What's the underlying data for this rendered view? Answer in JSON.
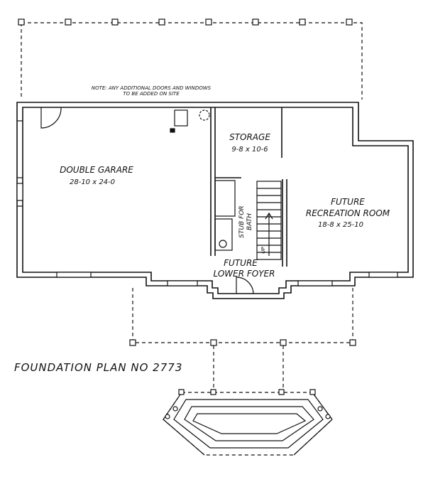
{
  "note": {
    "line1": "NOTE: ANY ADDITIONAL DOORS AND WINDOWS",
    "line2": "TO BE ADDED ON SITE"
  },
  "rooms": {
    "garage": {
      "name": "DOUBLE GARARE",
      "size": "28-10 x 24-0"
    },
    "storage": {
      "name": "STORAGE",
      "size": "9-8 x 10-6"
    },
    "stub": {
      "line1": "STUB FOR",
      "line2": "BATH"
    },
    "recreation": {
      "line1": "FUTURE",
      "line2": "RECREATION ROOM",
      "size": "18-8 x 25-10"
    },
    "foyer": {
      "line1": "FUTURE",
      "line2": "LOWER FOYER"
    },
    "stairs": {
      "label": "UP"
    }
  },
  "plan_title": "FOUNDATION PLAN NO 2773",
  "colors": {
    "ink": "#111111",
    "paper": "#ffffff"
  }
}
